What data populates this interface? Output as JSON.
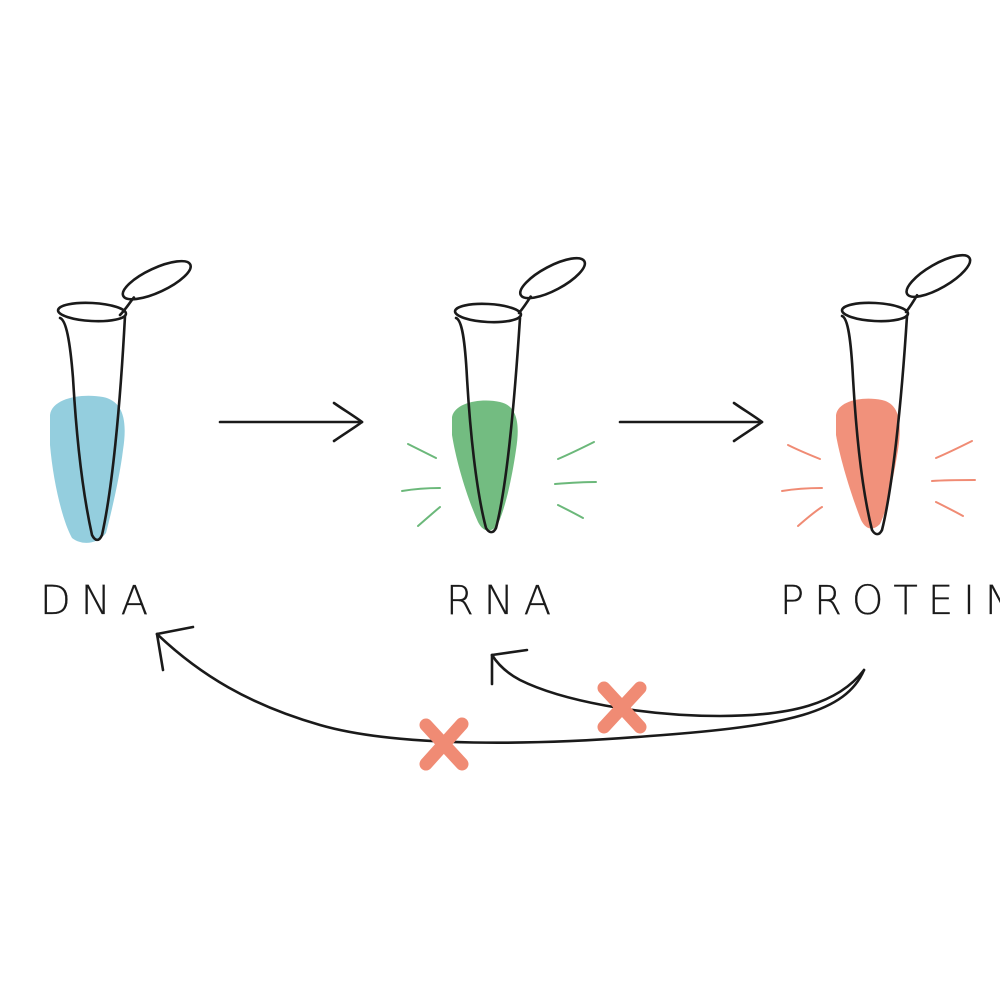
{
  "labels": {
    "dna": "DNA",
    "rna": "RNA",
    "protein": "PROTEIN"
  },
  "colors": {
    "dna": "#8ecbdc",
    "rna": "#6bb87a",
    "protein": "#f08b74",
    "ink": "#1a1a1a"
  }
}
